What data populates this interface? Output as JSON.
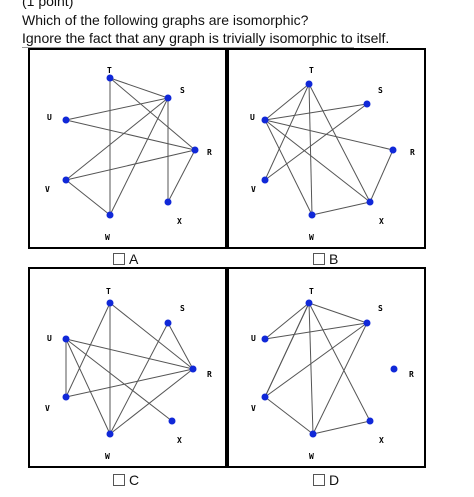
{
  "header": {
    "points": "(1 point)",
    "question": "Which of the following graphs are isomorphic?",
    "instruction": "Ignore the fact that any graph is trivially isomorphic to itself."
  },
  "vertex_color": "#1028d8",
  "graphs": [
    {
      "option": "A",
      "vertices": [
        {
          "id": "T",
          "label": "T"
        },
        {
          "id": "S",
          "label": "S"
        },
        {
          "id": "U",
          "label": "U"
        },
        {
          "id": "R",
          "label": "R"
        },
        {
          "id": "V",
          "label": "V"
        },
        {
          "id": "X",
          "label": "X"
        },
        {
          "id": "W",
          "label": "W"
        }
      ],
      "edges": [
        [
          "T",
          "S"
        ],
        [
          "T",
          "R"
        ],
        [
          "T",
          "W"
        ],
        [
          "U",
          "S"
        ],
        [
          "U",
          "R"
        ],
        [
          "S",
          "V"
        ],
        [
          "S",
          "X"
        ],
        [
          "S",
          "W"
        ],
        [
          "V",
          "R"
        ],
        [
          "R",
          "X"
        ],
        [
          "V",
          "W"
        ]
      ]
    },
    {
      "option": "B",
      "vertices": [
        {
          "id": "T",
          "label": "T"
        },
        {
          "id": "S",
          "label": "S"
        },
        {
          "id": "U",
          "label": "U"
        },
        {
          "id": "R",
          "label": "R"
        },
        {
          "id": "V",
          "label": "V"
        },
        {
          "id": "X",
          "label": "X"
        },
        {
          "id": "W",
          "label": "W"
        }
      ],
      "edges": [
        [
          "T",
          "U"
        ],
        [
          "T",
          "W"
        ],
        [
          "T",
          "X"
        ],
        [
          "U",
          "S"
        ],
        [
          "U",
          "R"
        ],
        [
          "U",
          "W"
        ],
        [
          "U",
          "X"
        ],
        [
          "R",
          "X"
        ],
        [
          "W",
          "X"
        ],
        [
          "S",
          "V"
        ],
        [
          "V",
          "T"
        ]
      ]
    },
    {
      "option": "C",
      "vertices": [
        {
          "id": "T",
          "label": "T"
        },
        {
          "id": "S",
          "label": "S"
        },
        {
          "id": "U",
          "label": "U"
        },
        {
          "id": "R",
          "label": "R"
        },
        {
          "id": "V",
          "label": "V"
        },
        {
          "id": "X",
          "label": "X"
        },
        {
          "id": "W",
          "label": "W"
        }
      ],
      "edges": [
        [
          "T",
          "R"
        ],
        [
          "T",
          "V"
        ],
        [
          "U",
          "R"
        ],
        [
          "U",
          "X"
        ],
        [
          "U",
          "W"
        ],
        [
          "U",
          "V"
        ],
        [
          "S",
          "R"
        ],
        [
          "S",
          "W"
        ],
        [
          "R",
          "V"
        ],
        [
          "R",
          "W"
        ],
        [
          "W",
          "T"
        ]
      ]
    },
    {
      "option": "D",
      "vertices": [
        {
          "id": "T",
          "label": "T"
        },
        {
          "id": "S",
          "label": "S"
        },
        {
          "id": "U",
          "label": "U"
        },
        {
          "id": "R",
          "label": "R"
        },
        {
          "id": "V",
          "label": "V"
        },
        {
          "id": "X",
          "label": "X"
        },
        {
          "id": "W",
          "label": "W"
        }
      ],
      "edges": [
        [
          "T",
          "S"
        ],
        [
          "T",
          "W"
        ],
        [
          "T",
          "X"
        ],
        [
          "T",
          "V"
        ],
        [
          "U",
          "S"
        ],
        [
          "U",
          "T"
        ],
        [
          "S",
          "V"
        ],
        [
          "S",
          "W"
        ],
        [
          "W",
          "V"
        ],
        [
          "W",
          "X"
        ],
        [
          "V",
          "T"
        ]
      ]
    }
  ]
}
